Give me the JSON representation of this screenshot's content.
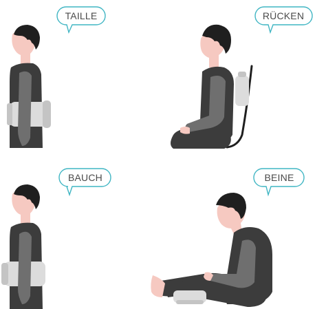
{
  "panels": {
    "taille": {
      "label": "TAILLE"
    },
    "ruecken": {
      "label": "RÜCKEN"
    },
    "bauch": {
      "label": "BAUCH"
    },
    "beine": {
      "label": "BEINE"
    }
  },
  "colors": {
    "bubble_stroke": "#3fb5c3",
    "skin": "#f6c9c1",
    "hair": "#1f1f1f",
    "body_dark": "#3c3c3c",
    "body_mid": "#6f6f6f",
    "cushion": "#dcdcdc",
    "cushion_shade": "#c4c4c4"
  }
}
